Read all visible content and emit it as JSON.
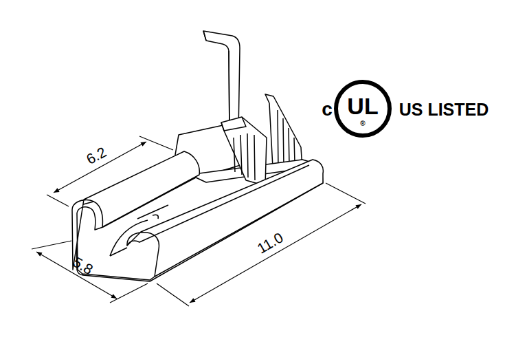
{
  "diagram": {
    "nodes": [
      {
        "text": [
          "UL",
          "®"
        ]
      }
    ],
    "labels": [
      "6.2",
      "5.8",
      "11.0",
      "c",
      "US LISTED"
    ]
  }
}
